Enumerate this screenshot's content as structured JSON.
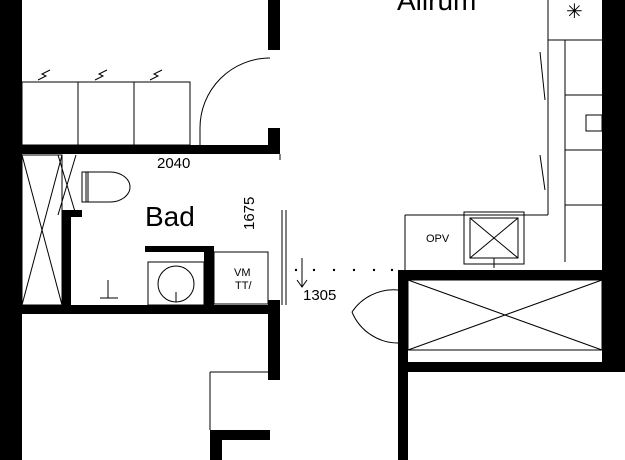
{
  "rooms": {
    "allrum": "Allrum",
    "bad": "Bad"
  },
  "dimensions": {
    "bath_width": "2040",
    "bath_depth": "1675",
    "passage": "1305"
  },
  "fixtures": {
    "oven": "OPV",
    "washer_line1": "VM",
    "washer_line2": "TT/"
  },
  "icons": {
    "stove": "asterisk-icon"
  }
}
